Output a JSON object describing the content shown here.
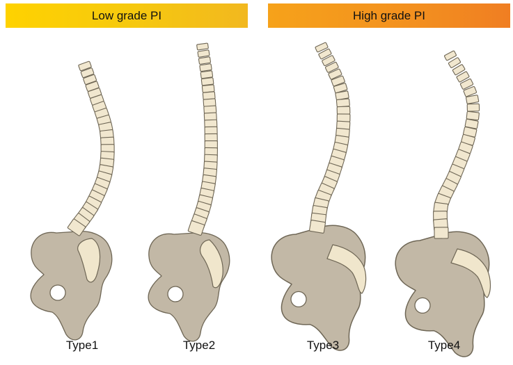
{
  "banners": {
    "low": {
      "label": "Low grade PI",
      "color": "#f6c90e"
    },
    "high": {
      "label": "High grade PI",
      "color": "#f3901f"
    }
  },
  "types": [
    {
      "label": "Type1"
    },
    {
      "label": "Type2"
    },
    {
      "label": "Type3"
    },
    {
      "label": "Type4"
    }
  ],
  "colors": {
    "pelvis": "#c2b8a6",
    "pelvis_stroke": "#6e6655",
    "vertebra": "#f1e7cf",
    "vertebra_stroke": "#6e6655",
    "sacrum": "#f0e6cc"
  }
}
